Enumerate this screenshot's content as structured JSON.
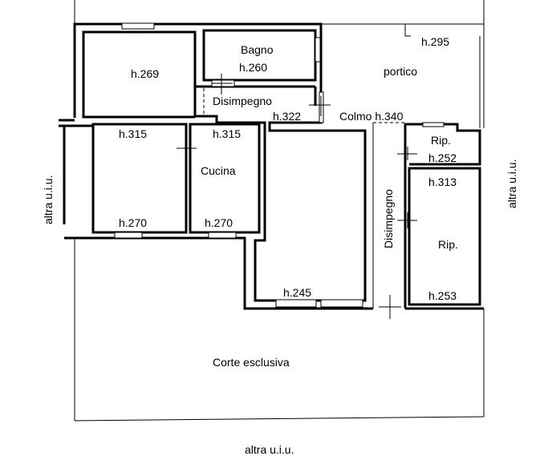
{
  "plan": {
    "rooms": {
      "room1_height": "h.269",
      "bagno": "Bagno",
      "bagno_height": "h.260",
      "disimpegno": "Disimpegno",
      "disimpegno_height": "h.322",
      "room2_top_height": "h.315",
      "room2_bottom_height": "h.270",
      "cucina": "Cucina",
      "cucina_top_height": "h.315",
      "cucina_bottom_height": "h.270",
      "living_height": "h.245",
      "portico": "portico",
      "portico_height": "h.295",
      "colmo": "Colmo h.340",
      "disimpegno2": "Disimpegno",
      "rip1": "Rip.",
      "rip1_height": "h.252",
      "rip2": "Rip.",
      "rip2_top_height": "h.313",
      "rip2_bottom_height": "h.253",
      "corte": "Corte esclusiva"
    },
    "neighbors": {
      "left": "altra u.i.u.",
      "right": "altra u.i.u.",
      "bottom": "altra u.i.u."
    }
  }
}
